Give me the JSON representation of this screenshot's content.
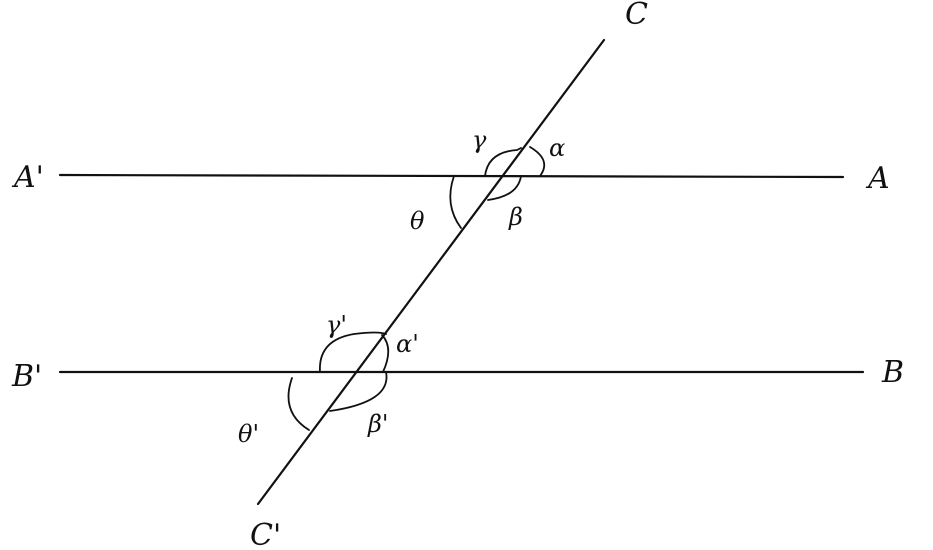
{
  "points": {
    "A": "A",
    "A_prime": "A'",
    "B": "B",
    "B_prime": "B'",
    "C": "C",
    "C_prime": "C'"
  },
  "angles": {
    "upper": {
      "alpha": "α",
      "beta": "β",
      "gamma": "γ",
      "theta": "θ"
    },
    "lower": {
      "alpha": "α'",
      "beta": "β'",
      "gamma": "γ'",
      "theta": "θ'"
    }
  }
}
